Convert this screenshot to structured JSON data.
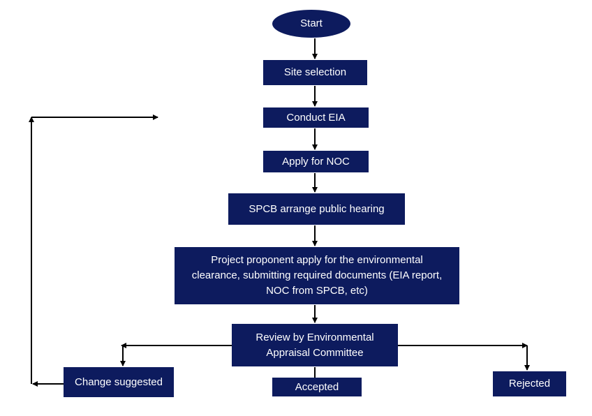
{
  "flowchart": {
    "start": "Start",
    "site_selection": "Site selection",
    "conduct_eia": "Conduct EIA",
    "apply_noc": "Apply for NOC",
    "spcb_hearing": "SPCB arrange public hearing",
    "apply_clearance": "Project proponent apply for the environmental clearance, submitting required documents (EIA report, NOC from SPCB, etc)",
    "review": "Review by Environmental Appraisal Committee",
    "change_suggested": "Change suggested",
    "accepted": "Accepted",
    "rejected": "Rejected"
  },
  "colors": {
    "node_fill": "#0d1b5e",
    "node_text": "#ffffff",
    "connector": "#000000"
  }
}
